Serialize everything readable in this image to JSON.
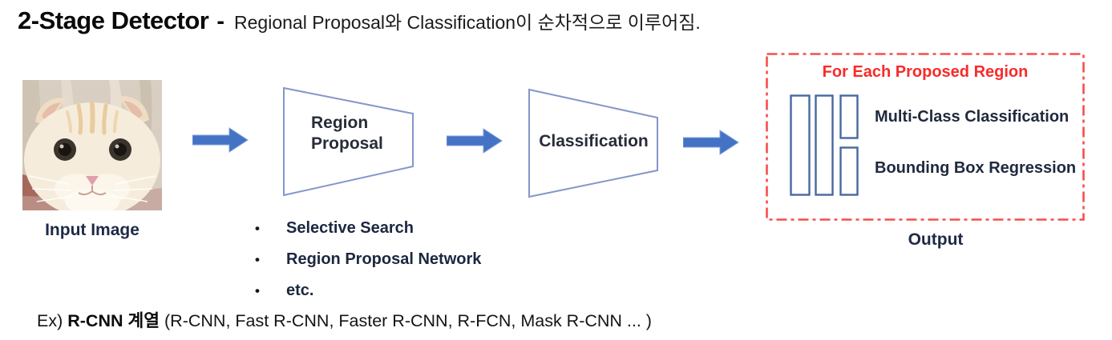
{
  "title": {
    "main": "2-Stage Detector",
    "separator": "-",
    "subtitle": "Regional Proposal와 Classification이 순차적으로 이루어짐."
  },
  "pipeline": {
    "input_label": "Input Image",
    "region_proposal": {
      "line1": "Region",
      "line2": "Proposal"
    },
    "classification_label": "Classification",
    "bullet_glyph": "•",
    "methods": [
      "Selective Search",
      "Region Proposal Network",
      "etc."
    ]
  },
  "output_box": {
    "title": "For Each Proposed Region",
    "item1": "Multi-Class Classification",
    "item2": "Bounding Box Regression",
    "caption": "Output"
  },
  "example": {
    "prefix": "Ex) ",
    "family_bold": "R-CNN 계열",
    "rest": " (R-CNN, Fast R-CNN, Faster R-CNN, R-FCN, Mask R-CNN ... )"
  },
  "icons": {
    "flow_arrow": "arrow-right",
    "proposal_bars": "region-bars",
    "input_image": "cat-photo"
  },
  "colors": {
    "arrow_blue": "#4472c4",
    "trapezoid_border": "#8496c9",
    "bars_border": "#47689f",
    "red_accent": "#f84d4d",
    "red_text": "#f92a2a",
    "dark_text": "#202a3e"
  }
}
